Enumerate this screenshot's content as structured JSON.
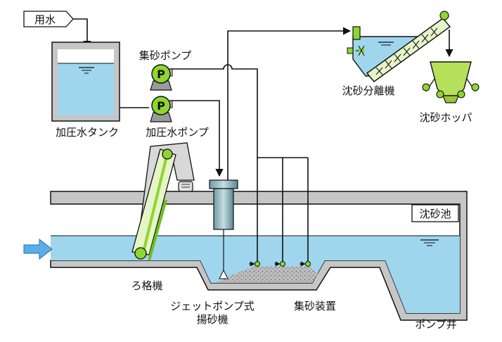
{
  "labels": {
    "water_supply": "用水",
    "pressure_tank": "加圧水タンク",
    "pressure_pump": "加圧水ポンプ",
    "sand_pump": "集砂ポンプ",
    "separator": "沈砂分離機",
    "hopper": "沈砂ホッパ",
    "basin": "沈砂池",
    "screen": "ろ格機",
    "jet_pump_line1": "ジェットポンプ式",
    "jet_pump_line2": "揚砂機",
    "collector": "集砂装置",
    "pump_well": "ポンプ井",
    "pump_symbol": "P"
  },
  "colors": {
    "water": "#9fd6ee",
    "water_light": "#cdeaf6",
    "wall": "#c6c6c6",
    "line": "#111111",
    "green": "#8ed630",
    "green_light": "#e6f5c8",
    "hopper": "#b6e05a",
    "arrow": "#5aaee8",
    "sand": "#a9a9a9"
  }
}
